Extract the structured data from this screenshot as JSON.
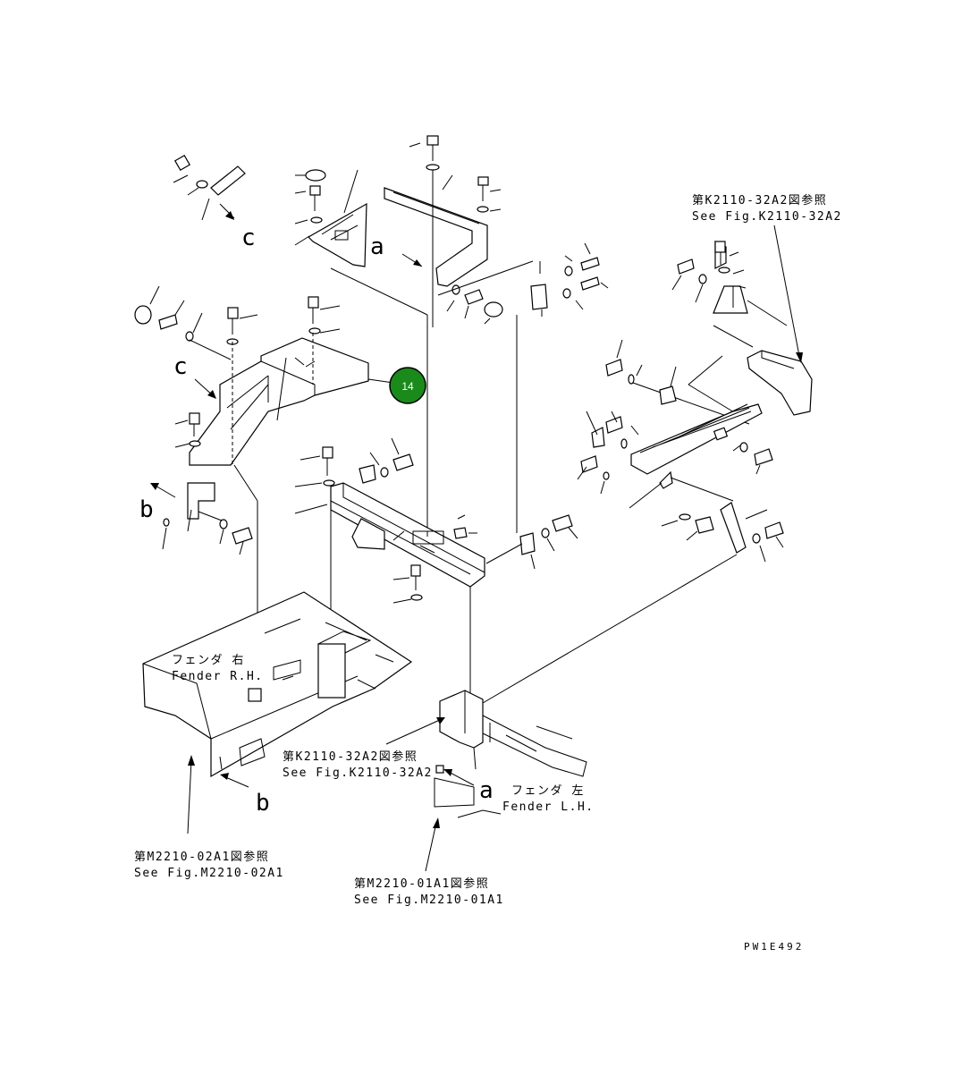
{
  "callout": {
    "number": "14",
    "color": "#1a8a1a"
  },
  "letters": {
    "a_top": "a",
    "a_bottom": "a",
    "b_left": "b",
    "b_bottom": "b",
    "c_top": "c",
    "c_mid": "c"
  },
  "references": {
    "k2110_top_jp": "第K2110-32A2図参照",
    "k2110_top_en": "See Fig.K2110-32A2",
    "k2110_mid_jp": "第K2110-32A2図参照",
    "k2110_mid_en": "See Fig.K2110-32A2",
    "m2210_02_jp": "第M2210-02A1図参照",
    "m2210_02_en": "See Fig.M2210-02A1",
    "m2210_01_jp": "第M2210-01A1図参照",
    "m2210_01_en": "See Fig.M2210-01A1"
  },
  "fenders": {
    "rh_jp": "フェンダ 右",
    "rh_en": "Fender R.H.",
    "lh_jp": "フェンダ 左",
    "lh_en": "Fender L.H."
  },
  "drawing_code": "PW1E492"
}
